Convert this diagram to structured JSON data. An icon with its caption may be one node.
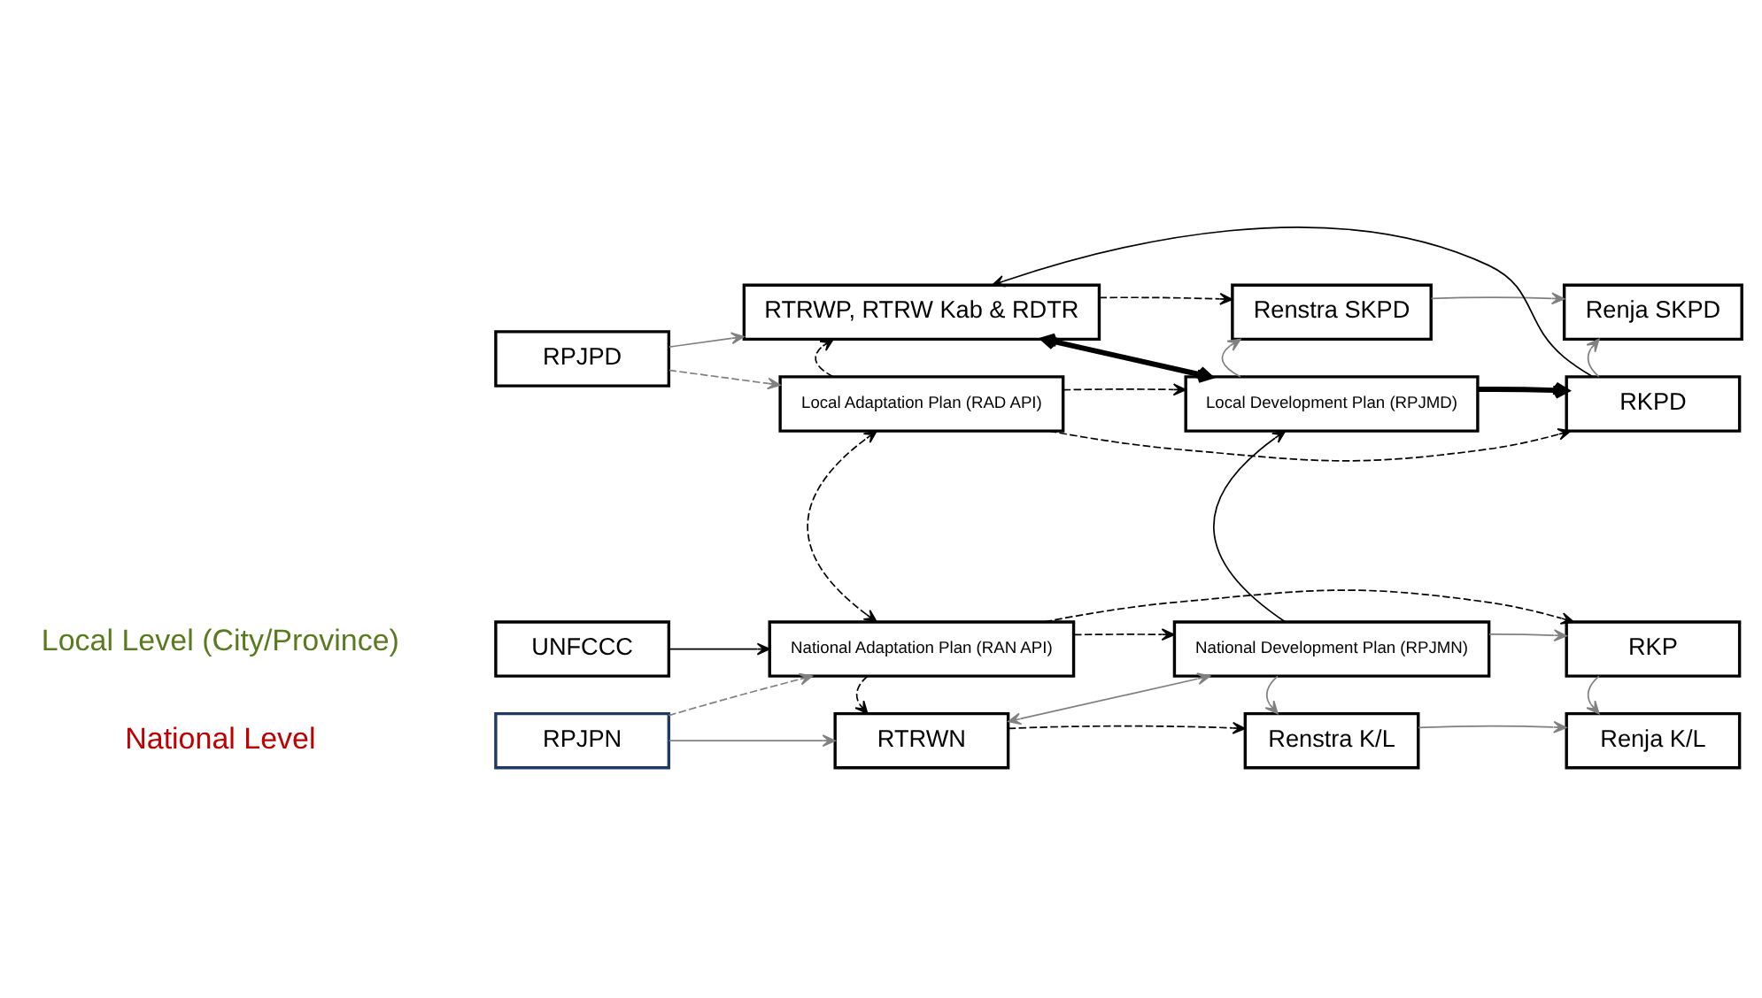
{
  "diagram": {
    "nodes": [
      {
        "text": [
          "RPJPN"
        ]
      },
      {
        "text": [
          "RTRWN"
        ]
      },
      {
        "text": [
          "Renstra K/L"
        ]
      },
      {
        "text": [
          "Renja K/L"
        ]
      },
      {
        "text": [
          "UNFCCC"
        ]
      },
      {
        "text": [
          "National Adaptation Plan (RAN API)"
        ]
      },
      {
        "text": [
          "National Development Plan (RPJMN)"
        ]
      },
      {
        "text": [
          "RKP"
        ]
      },
      {
        "text": [
          "Local Adaptation Plan (RAD API)"
        ]
      },
      {
        "text": [
          "RPJPD"
        ]
      },
      {
        "text": [
          "RTRWP, RTRW Kab & RDTR"
        ]
      },
      {
        "text": [
          "Local Development Plan (RPJMD)"
        ]
      },
      {
        "text": [
          "RKPD"
        ]
      },
      {
        "text": [
          "Renstra SKPD"
        ]
      },
      {
        "text": [
          "Renja SKPD"
        ]
      }
    ],
    "edges": [
      {
        "from": 0,
        "to": 1,
        "arrow": "to",
        "color": "#808080"
      },
      {
        "from": 0,
        "to": 5,
        "arrow": "to",
        "style": "dashed",
        "color": "#808080"
      },
      {
        "from": 4,
        "to": 5,
        "arrow": "to"
      },
      {
        "from": 1,
        "to": 2,
        "arrow": "to",
        "style": "dashed"
      },
      {
        "from": 1,
        "to": 6,
        "arrow": "both",
        "color": "#808080"
      },
      {
        "from": 5,
        "to": 1,
        "arrow": "to",
        "style": "dashed"
      },
      {
        "from": 5,
        "to": 6,
        "arrow": "to",
        "style": "dashed"
      },
      {
        "from": 5,
        "to": 7,
        "arrow": "to",
        "style": "dashed"
      },
      {
        "from": 5,
        "to": 8,
        "arrow": "both",
        "style": "dashed"
      },
      {
        "from": 2,
        "to": 3,
        "arrow": "to",
        "color": "#808080"
      },
      {
        "from": 6,
        "to": 2,
        "arrow": "to",
        "color": "#808080"
      },
      {
        "from": 6,
        "to": 7,
        "arrow": "to",
        "color": "#808080"
      },
      {
        "from": 7,
        "to": 3,
        "arrow": "to",
        "color": "#808080"
      },
      {
        "from": 6,
        "to": 11,
        "arrow": "to"
      },
      {
        "from": 9,
        "to": 8,
        "arrow": "to",
        "style": "dashed",
        "color": "#808080"
      },
      {
        "from": 9,
        "to": 10,
        "arrow": "to",
        "color": "#808080"
      },
      {
        "from": 8,
        "to": 10,
        "arrow": "to",
        "style": "dashed"
      },
      {
        "from": 8,
        "to": 11,
        "arrow": "to",
        "style": "dashed"
      },
      {
        "from": 8,
        "to": 12,
        "arrow": "to",
        "style": "dashed"
      },
      {
        "from": 10,
        "to": 11,
        "arrow": "both",
        "style": "thick"
      },
      {
        "from": 10,
        "to": 13,
        "arrow": "to",
        "style": "dashed"
      },
      {
        "from": 11,
        "to": 12,
        "arrow": "to",
        "style": "thick"
      },
      {
        "from": 11,
        "to": 13,
        "arrow": "to",
        "color": "#808080"
      },
      {
        "from": 12,
        "to": 14,
        "arrow": "to",
        "color": "#808080"
      },
      {
        "from": 13,
        "to": 14,
        "arrow": "to",
        "color": "#808080"
      },
      {
        "from": 12,
        "to": 10,
        "arrow": "to"
      }
    ],
    "labels": [
      "National Level",
      "Local Level (City/Province)"
    ]
  }
}
